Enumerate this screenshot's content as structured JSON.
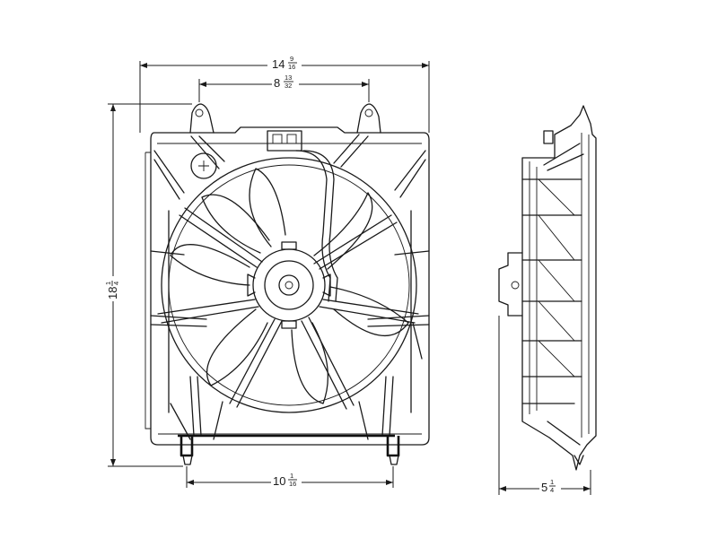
{
  "dimensions": {
    "overall_width": {
      "whole": "14",
      "num": "9",
      "den": "16"
    },
    "mount_top_spacing": {
      "whole": "8",
      "num": "13",
      "den": "32"
    },
    "overall_height": {
      "whole": "18",
      "num": "1",
      "den": "4"
    },
    "mount_bottom_spacing": {
      "whole": "10",
      "num": "1",
      "den": "16"
    },
    "depth": {
      "whole": "5",
      "num": "1",
      "den": "4"
    }
  }
}
